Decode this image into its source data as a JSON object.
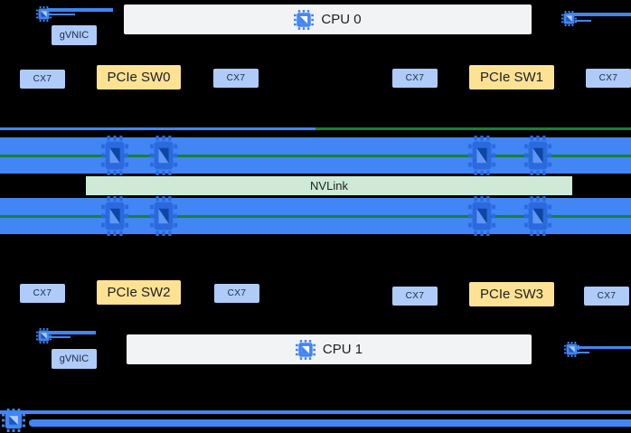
{
  "cpus": [
    {
      "label": "CPU 0"
    },
    {
      "label": "CPU 1"
    }
  ],
  "gvnic": [
    {
      "label": "gVNIC"
    },
    {
      "label": "gVNIC"
    }
  ],
  "nvlink": {
    "label": "NVLink"
  },
  "rows": {
    "top": [
      {
        "type": "nic",
        "label": "CX7"
      },
      {
        "type": "pcie-switch",
        "label": "PCIe SW0"
      },
      {
        "type": "nic",
        "label": "CX7"
      },
      {
        "type": "nic",
        "label": "CX7"
      },
      {
        "type": "pcie-switch",
        "label": "PCIe SW1"
      },
      {
        "type": "nic",
        "label": "CX7"
      }
    ],
    "bottom": [
      {
        "type": "nic",
        "label": "CX7"
      },
      {
        "type": "pcie-switch",
        "label": "PCIe SW2"
      },
      {
        "type": "nic",
        "label": "CX7"
      },
      {
        "type": "nic",
        "label": "CX7"
      },
      {
        "type": "pcie-switch",
        "label": "PCIe SW3"
      },
      {
        "type": "nic",
        "label": "CX7"
      }
    ]
  },
  "gpu_bands": {
    "count": 2,
    "gpus_per_band": 4,
    "icon": "gpu-chip-icon"
  },
  "colors": {
    "background": "#000000",
    "gpu_band": "#4285f4",
    "nic_box": "#aecbfa",
    "pcie_switch_box": "#fde293",
    "cpu_box": "#f1f3f4",
    "nvlink_bar": "#ceead6",
    "nvlink_line": "#188038",
    "pcie_line": "#4285f4"
  }
}
